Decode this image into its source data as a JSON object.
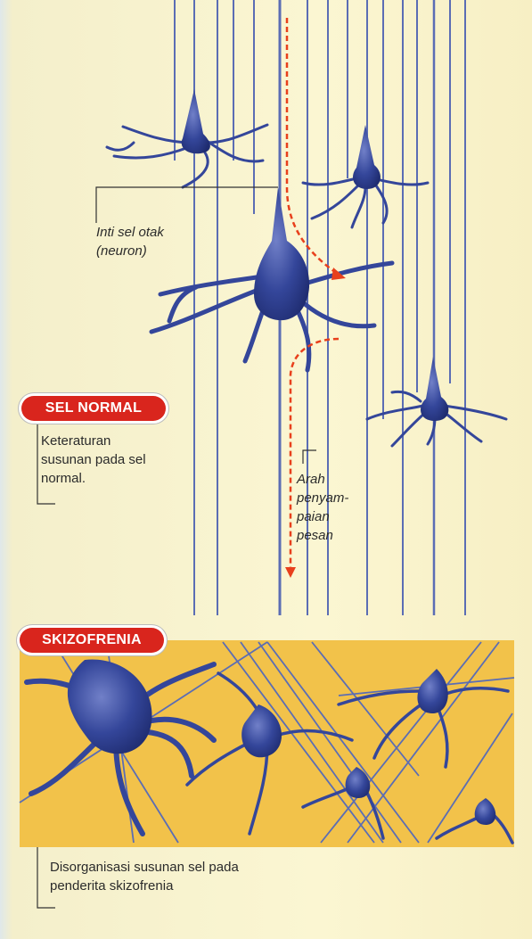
{
  "labels": {
    "neuron_core": "Inti sel otak (neuron)",
    "direction": "Arah penyam-paian pesan"
  },
  "sections": {
    "normal": {
      "badge": "SEL NORMAL",
      "description": "Keteraturan susunan pada sel normal."
    },
    "schizophrenia": {
      "badge": "SKIZOFRENIA",
      "description": "Disorganisasi susunan sel pada penderita skizofrenia"
    }
  },
  "colors": {
    "neuron": "#34469a",
    "neuron_dark": "#1f2c70",
    "axon": "#5b6db4",
    "badge": "#d9251d",
    "arrow": "#e8401c",
    "background_top": "#fbf6d2",
    "background_bottom": "#f2c24a"
  }
}
